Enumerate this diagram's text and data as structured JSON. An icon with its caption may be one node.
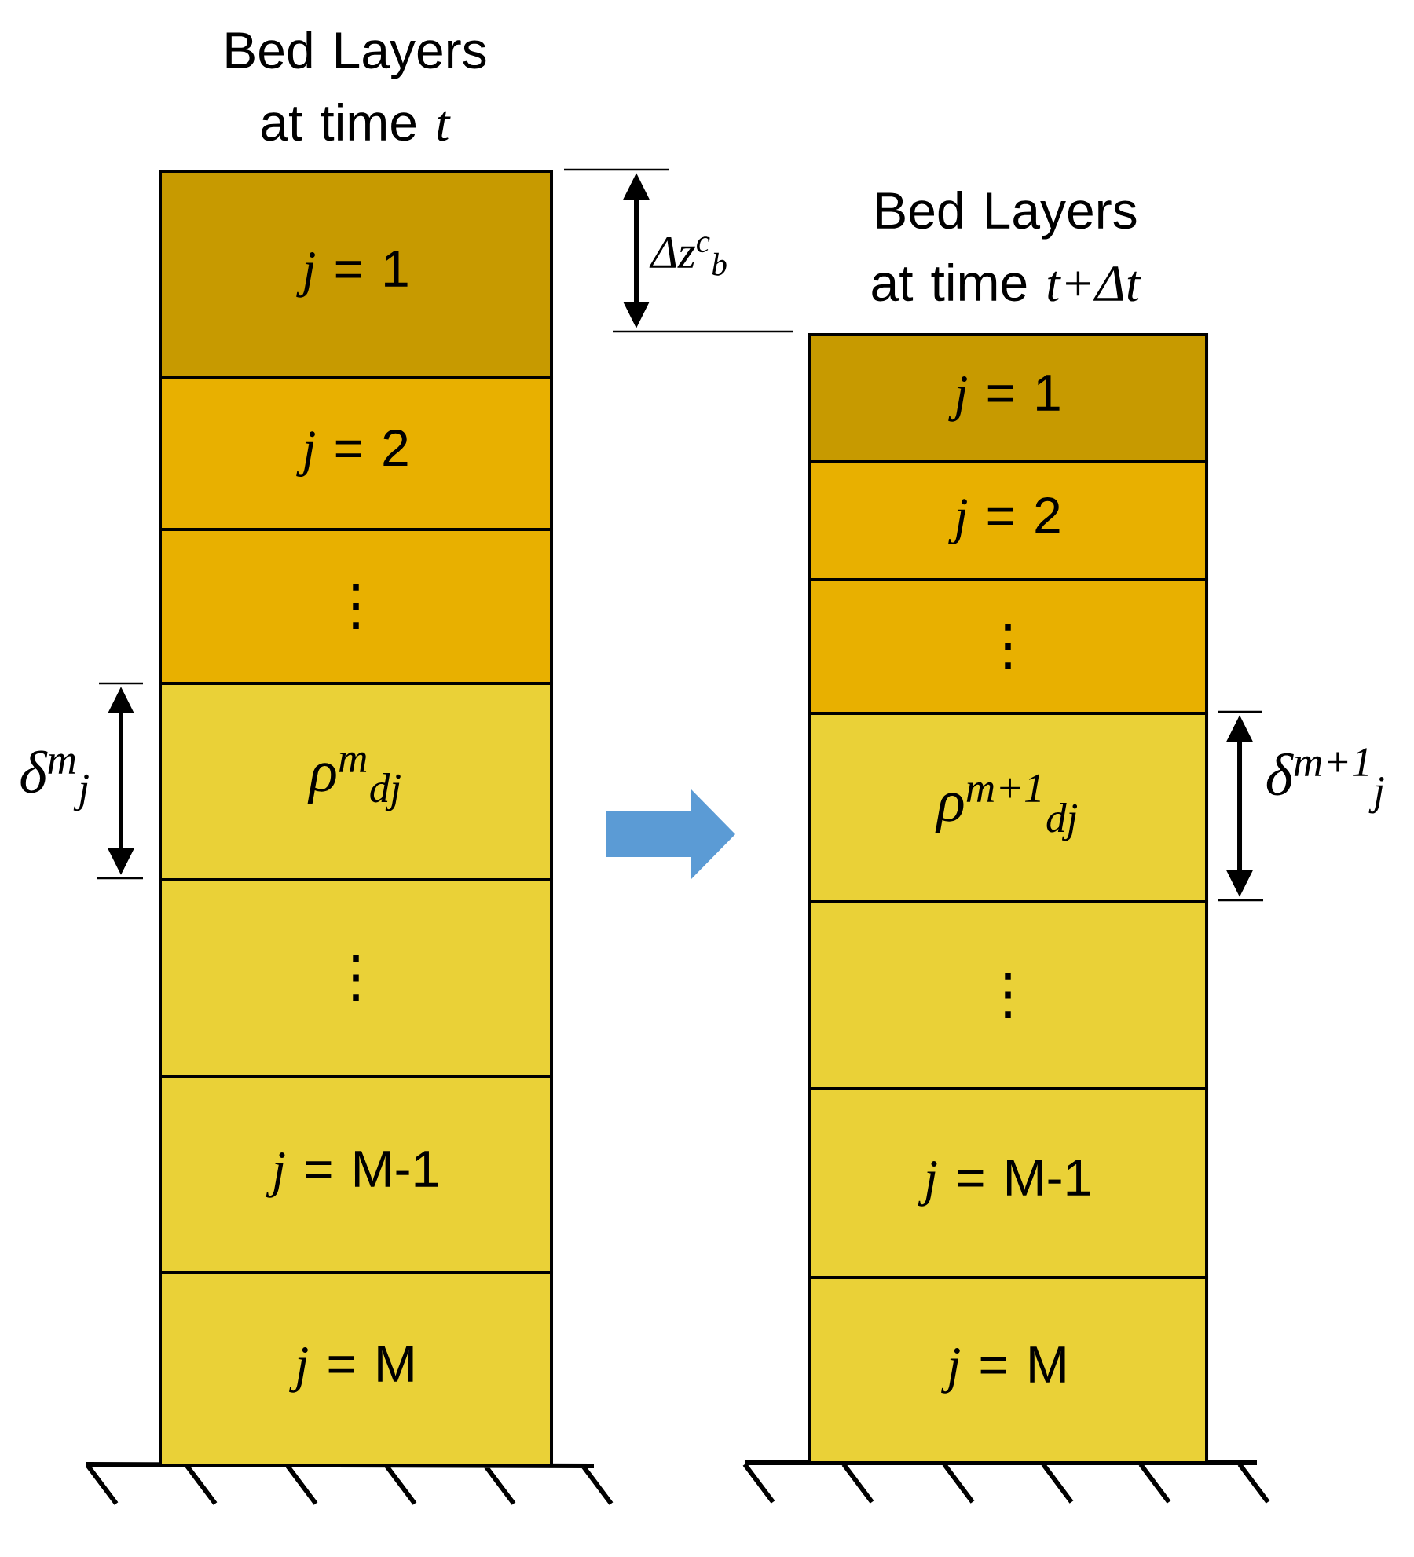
{
  "diagram": {
    "nodes": [
      {
        "text": [
          "Bed Layers at time *t*"
        ]
      },
      {
        "text": [
          "*j* = 1"
        ],
        "in": 0
      },
      {
        "text": [
          "*j* = 2"
        ],
        "in": 0
      },
      {
        "text": [
          "⋮"
        ],
        "in": 0
      },
      {
        "text": [
          "ρ$^{m}$$_{dj}$"
        ],
        "in": 0
      },
      {
        "text": [
          "⋮"
        ],
        "in": 0
      },
      {
        "text": [
          "*j* = M-1"
        ],
        "in": 0
      },
      {
        "text": [
          "*j* = M"
        ],
        "in": 0
      },
      {
        "text": [
          "Bed Layers at time *t+Δt*"
        ]
      },
      {
        "text": [
          "*j* = 1"
        ],
        "in": 8
      },
      {
        "text": [
          "*j* = 2"
        ],
        "in": 8
      },
      {
        "text": [
          "⋮"
        ],
        "in": 8
      },
      {
        "text": [
          "ρ$^{m+1}$$_{dj}$"
        ],
        "in": 8
      },
      {
        "text": [
          "⋮"
        ],
        "in": 8
      },
      {
        "text": [
          "*j* = M-1"
        ],
        "in": 8
      },
      {
        "text": [
          "*j* = M"
        ],
        "in": 8
      }
    ],
    "edges": [
      {
        "from": 0,
        "to": 8,
        "arrow": "to",
        "color": "#5b9bd5"
      }
    ],
    "labels": [
      "Δz$^{c}$$_{b}$",
      "δ$^{m}$$_{j}$",
      "δ$^{m+1}$$_{j}$"
    ]
  }
}
